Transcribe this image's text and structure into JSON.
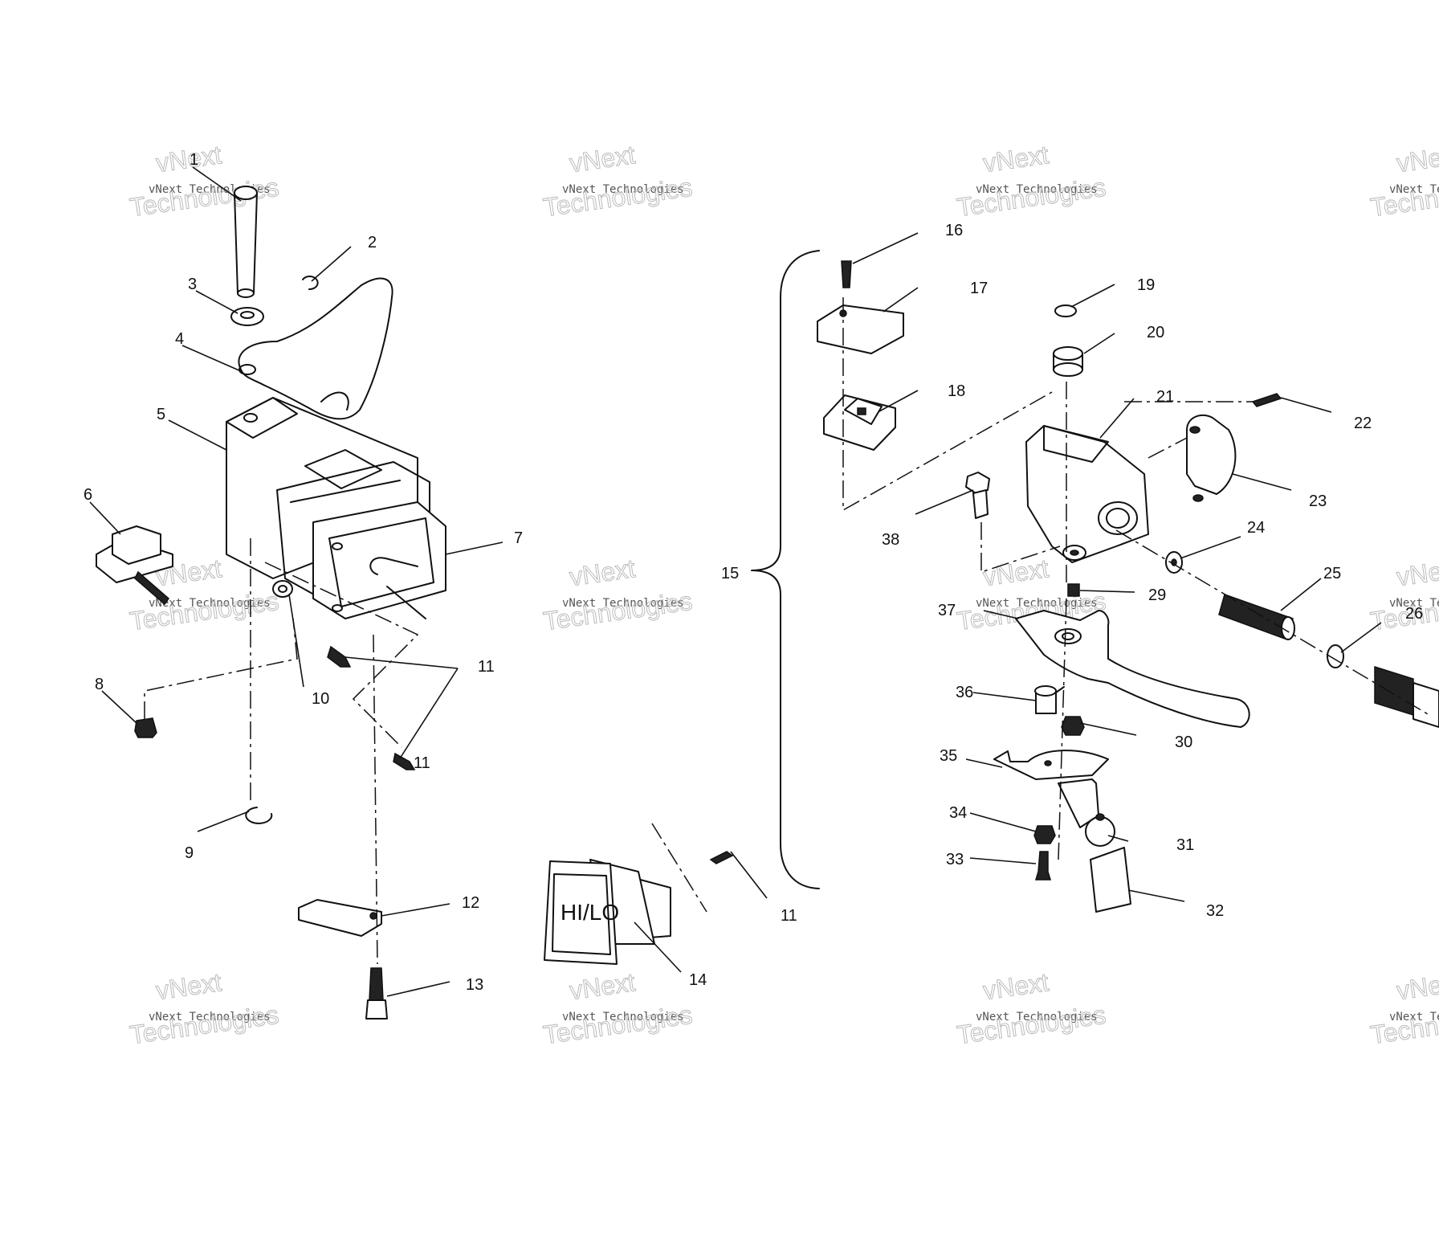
{
  "watermark": {
    "line1": "vNext Technologies",
    "line2": "vNext",
    "line3": "Technologies"
  },
  "labels": [
    "1",
    "2",
    "3",
    "4",
    "5",
    "6",
    "7",
    "8",
    "9",
    "10",
    "11",
    "11",
    "12",
    "13",
    "14",
    "11",
    "15",
    "16",
    "17",
    "18",
    "19",
    "20",
    "21",
    "22",
    "23",
    "24",
    "25",
    "26",
    "29",
    "30",
    "31",
    "32",
    "33",
    "34",
    "35",
    "36",
    "37",
    "38"
  ],
  "switch_text": "HI/LO"
}
